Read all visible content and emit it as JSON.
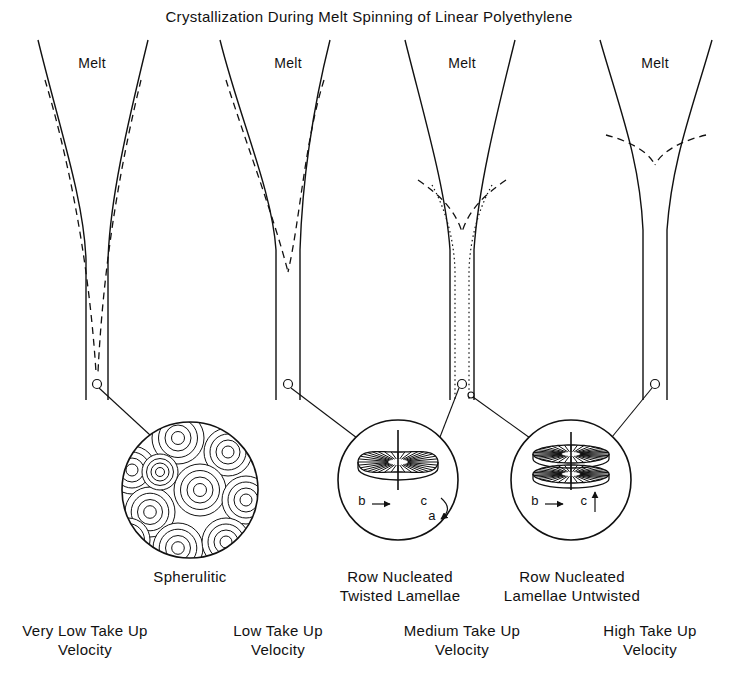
{
  "diagram": {
    "title": "Crystallization During Melt Spinning of Linear Polyethylene",
    "labels": [
      "Melt",
      "Melt",
      "Melt",
      "Melt",
      "b",
      "c",
      "a",
      "b",
      "c",
      "Spherulitic",
      "Row Nucleated Twisted Lamellae",
      "Row Nucleated Lamellae Untwisted",
      "Very Low Take Up Velocity",
      "Low Take Up Velocity",
      "Medium Take Up Velocity",
      "High Take Up Velocity"
    ]
  }
}
